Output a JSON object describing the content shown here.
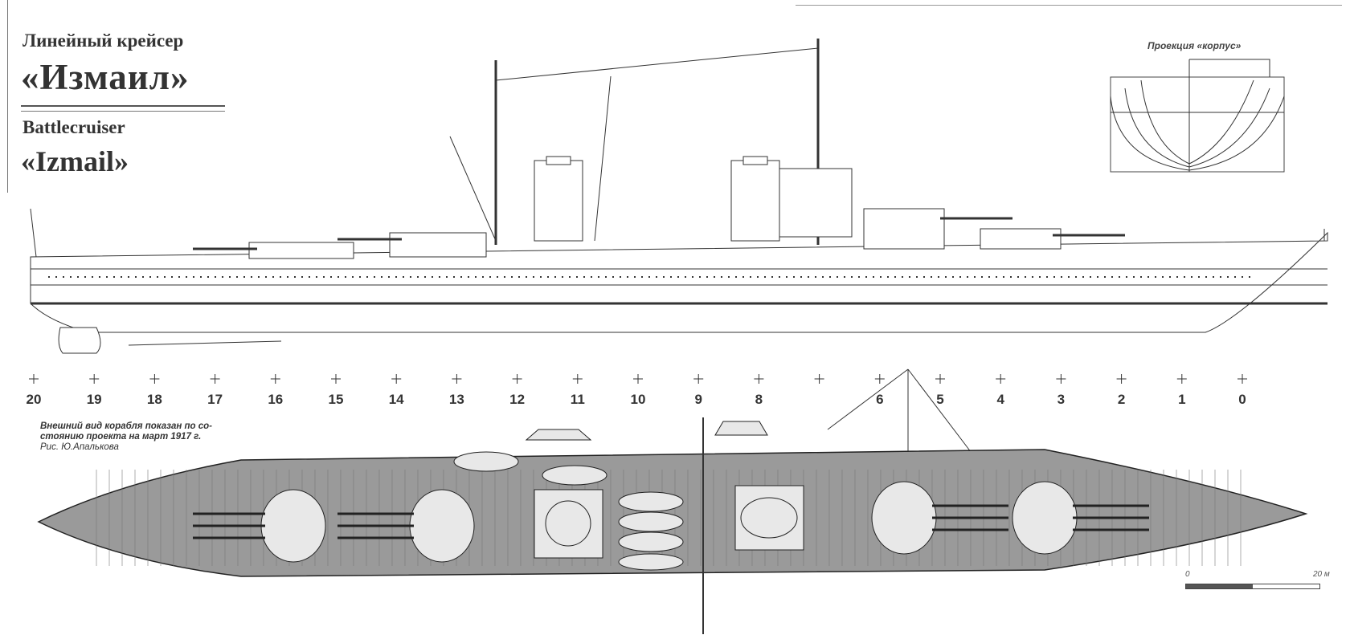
{
  "title": {
    "ru_subtitle": "Линейный крейсер",
    "ru_name": "«Измаил»",
    "en_subtitle": "Battlecruiser",
    "en_name": "«Izmail»"
  },
  "projection_title": "Проекция «корпус»",
  "frame_numbers": [
    "20",
    "19",
    "18",
    "17",
    "16",
    "15",
    "14",
    "13",
    "12",
    "11",
    "10",
    "9",
    "8",
    "",
    "6",
    "5",
    "4",
    "3",
    "2",
    "1",
    "0"
  ],
  "note": {
    "line1": "Внешний вид корабля показан по со-",
    "line2": "стоянию проекта на март 1917 г.",
    "credit": "Рис. Ю.Апалькова"
  },
  "scale": {
    "start": "0",
    "end": "20 м"
  }
}
